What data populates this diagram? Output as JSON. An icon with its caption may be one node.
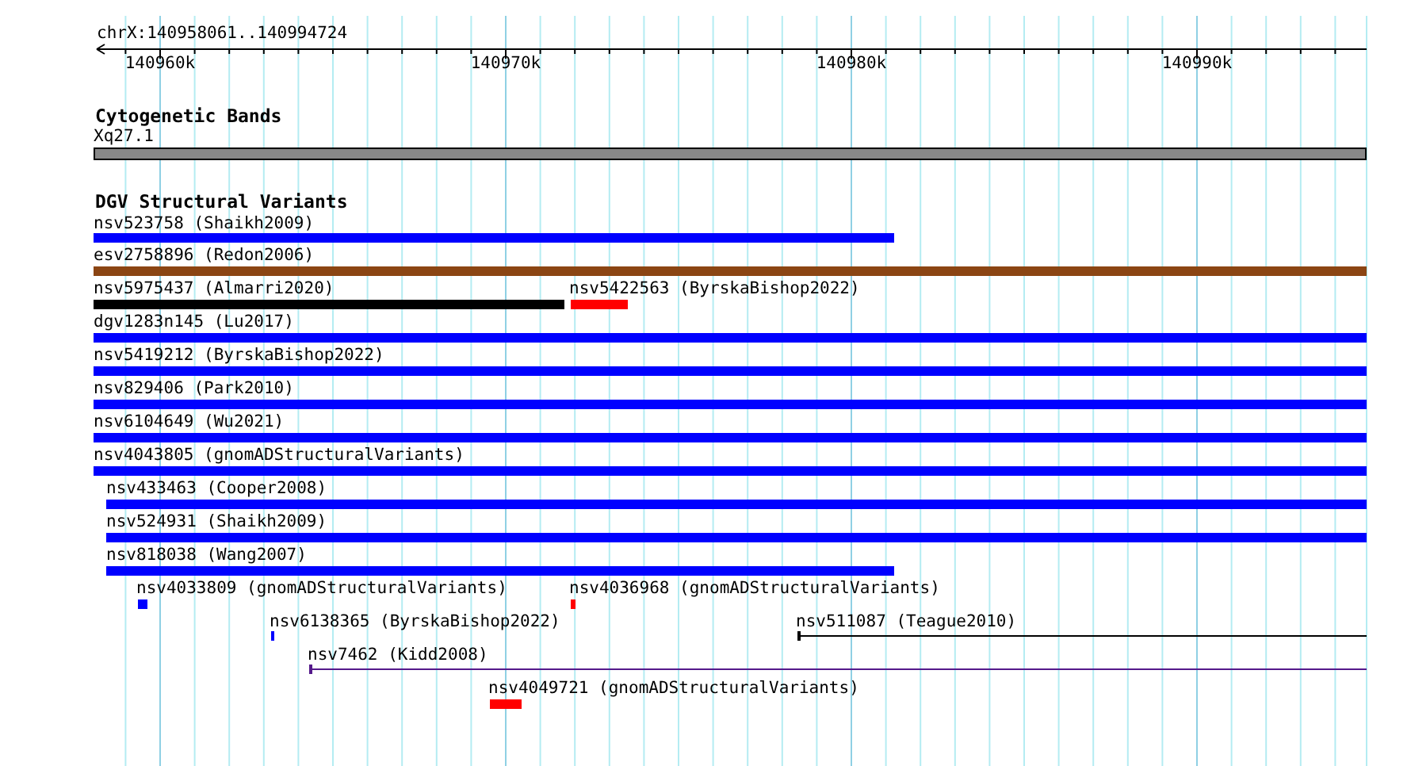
{
  "diagram": {
    "nodes": [
      {
        "text": [
          "Xq27.1"
        ]
      },
      {
        "text": [
          "nsv523758 (Shaikh2009)"
        ]
      },
      {
        "text": [
          "esv2758896 (Redon2006)"
        ]
      },
      {
        "text": [
          "nsv5975437 (Almarri2020)"
        ]
      },
      {
        "text": [
          "nsv5422563 (ByrskaBishop2022)"
        ]
      },
      {
        "text": [
          "dgv1283n145 (Lu2017)"
        ]
      },
      {
        "text": [
          "nsv5419212 (ByrskaBishop2022)"
        ]
      },
      {
        "text": [
          "nsv829406 (Park2010)"
        ]
      },
      {
        "text": [
          "nsv6104649 (Wu2021)"
        ]
      },
      {
        "text": [
          "nsv4043805 (gnomADStructuralVariants)"
        ]
      },
      {
        "text": [
          "nsv433463 (Cooper2008)"
        ]
      },
      {
        "text": [
          "nsv524931 (Shaikh2009)"
        ]
      },
      {
        "text": [
          "nsv818038 (Wang2007)"
        ]
      },
      {
        "text": [
          "nsv4033809 (gnomADStructuralVariants)"
        ]
      },
      {
        "text": [
          "nsv4036968 (gnomADStructuralVariants)"
        ]
      },
      {
        "text": [
          "nsv6138365 (ByrskaBishop2022)"
        ]
      },
      {
        "text": [
          "nsv511087 (Teague2010)"
        ]
      },
      {
        "text": [
          "nsv7462 (Kidd2008)"
        ]
      },
      {
        "text": [
          "nsv4049721 (gnomADStructuralVariants)"
        ]
      }
    ],
    "labels": [
      "chrX:140958061..140994724",
      "140960k",
      "140970k",
      "140980k",
      "140990k",
      "Cytogenetic Bands",
      "DGV Structural Variants"
    ]
  }
}
